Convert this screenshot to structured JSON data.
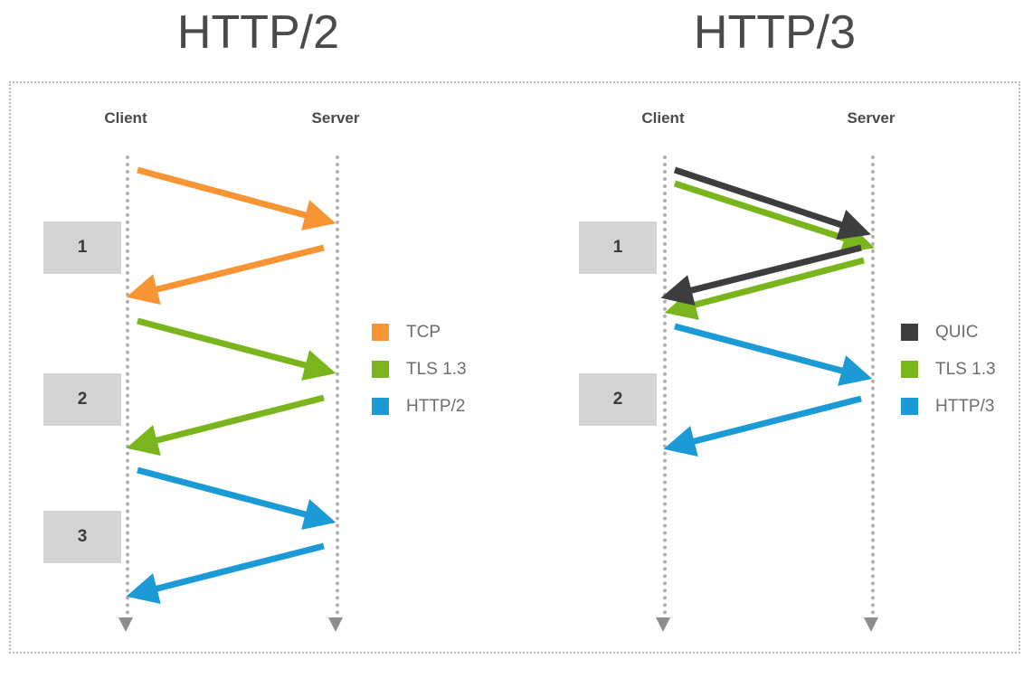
{
  "panels": [
    {
      "id": "http2",
      "title": "HTTP/2",
      "client_label": "Client",
      "server_label": "Server",
      "steps": [
        "1",
        "2",
        "3"
      ],
      "legend": [
        {
          "label": "TCP",
          "color": "#f79433"
        },
        {
          "label": "TLS 1.3",
          "color": "#7ab51d"
        },
        {
          "label": "HTTP/2",
          "color": "#1b9ad6"
        }
      ],
      "messages": [
        {
          "protocol": "TCP",
          "color": "#f79433",
          "direction": "client-to-server"
        },
        {
          "protocol": "TCP",
          "color": "#f79433",
          "direction": "server-to-client"
        },
        {
          "protocol": "TLS 1.3",
          "color": "#7ab51d",
          "direction": "client-to-server"
        },
        {
          "protocol": "TLS 1.3",
          "color": "#7ab51d",
          "direction": "server-to-client"
        },
        {
          "protocol": "HTTP/2",
          "color": "#1b9ad6",
          "direction": "client-to-server"
        },
        {
          "protocol": "HTTP/2",
          "color": "#1b9ad6",
          "direction": "server-to-client"
        }
      ],
      "round_trips": 3
    },
    {
      "id": "http3",
      "title": "HTTP/3",
      "client_label": "Client",
      "server_label": "Server",
      "steps": [
        "1",
        "2"
      ],
      "legend": [
        {
          "label": "QUIC",
          "color": "#3d3d3d"
        },
        {
          "label": "TLS 1.3",
          "color": "#7ab51d"
        },
        {
          "label": "HTTP/3",
          "color": "#1b9ad6"
        }
      ],
      "messages": [
        {
          "protocol": "QUIC + TLS 1.3",
          "color": "#3d3d3d",
          "direction": "client-to-server"
        },
        {
          "protocol": "QUIC + TLS 1.3",
          "color": "#3d3d3d",
          "direction": "server-to-client"
        },
        {
          "protocol": "HTTP/3",
          "color": "#1b9ad6",
          "direction": "client-to-server"
        },
        {
          "protocol": "HTTP/3",
          "color": "#1b9ad6",
          "direction": "server-to-client"
        }
      ],
      "round_trips": 2
    }
  ],
  "colors": {
    "tcp_orange": "#f79433",
    "tls_green": "#7ab51d",
    "http_blue": "#1b9ad6",
    "quic_dark": "#3d3d3d",
    "step_box_gray": "#d4d4d4",
    "lifeline_gray": "#b0b0b0",
    "frame_gray": "#b9b9b9",
    "title_gray": "#4a4a4a",
    "legend_text_gray": "#6d6d6d"
  }
}
